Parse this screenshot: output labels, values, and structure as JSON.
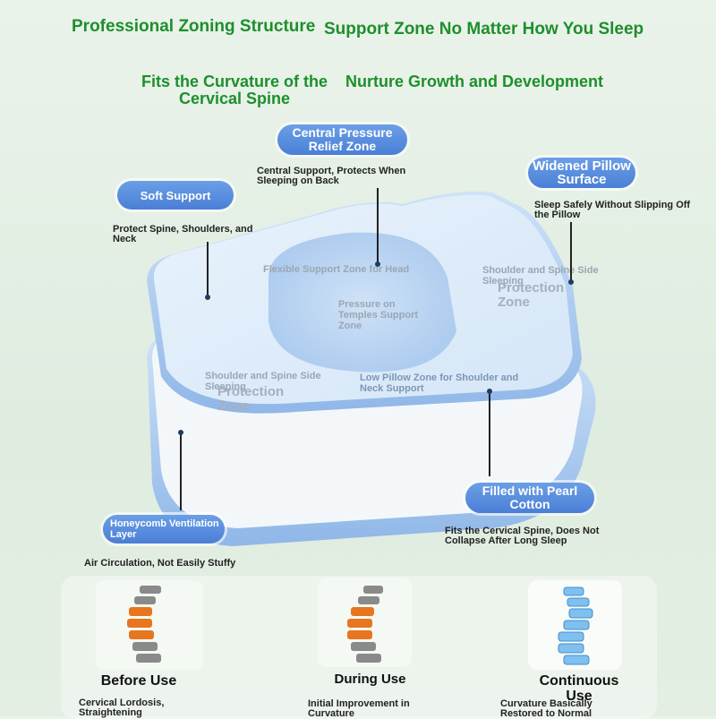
{
  "header": {
    "line1_left": "Professional Zoning Structure",
    "line1_right": "Support Zone No Matter How You Sleep",
    "line2_left": "Fits the Curvature of the Cervical Spine",
    "line2_right": "Nurture Growth and Development"
  },
  "callouts": {
    "central": {
      "title": "Central Pressure Relief Zone",
      "note": "Central Support, Protects When Sleeping on Back"
    },
    "soft": {
      "title": "Soft Support",
      "note": "Protect Spine, Shoulders, and Neck"
    },
    "widened": {
      "title": "Widened Pillow Surface",
      "note": "Sleep Safely Without Slipping Off the Pillow"
    },
    "honeycomb": {
      "title": "Honeycomb Ventilation Layer",
      "note": "Air Circulation, Not Easily Stuffy"
    },
    "pearl": {
      "title": "Filled with Pearl Cotton",
      "note": "Fits the Cervical Spine, Does Not Collapse After Long Sleep"
    }
  },
  "pillow_labels": {
    "flex": "Flexible Support Zone for Head",
    "temples": "Pressure on Temples Support Zone",
    "shoulder_right_small": "Shoulder and Spine Side Sleeping",
    "shoulder_right_big": "Protection Zone",
    "shoulder_left_small": "Shoulder and Spine Side Sleeping",
    "shoulder_left_big": "Protection Zone",
    "low": "Low Pillow Zone for Shoulder and Neck Support"
  },
  "stages": [
    {
      "title": "Before Use",
      "desc": "Cervical Lordosis, Straightening"
    },
    {
      "title": "During Use",
      "desc": "Initial Improvement in Curvature"
    },
    {
      "title": "Continuous Use",
      "desc": "Curvature Basically Restored to Normal"
    }
  ],
  "colors": {
    "heading_green": "#1d8f2c",
    "pill_blue": "#4a7fd6",
    "pillow_blue": "#b8d3f2"
  }
}
